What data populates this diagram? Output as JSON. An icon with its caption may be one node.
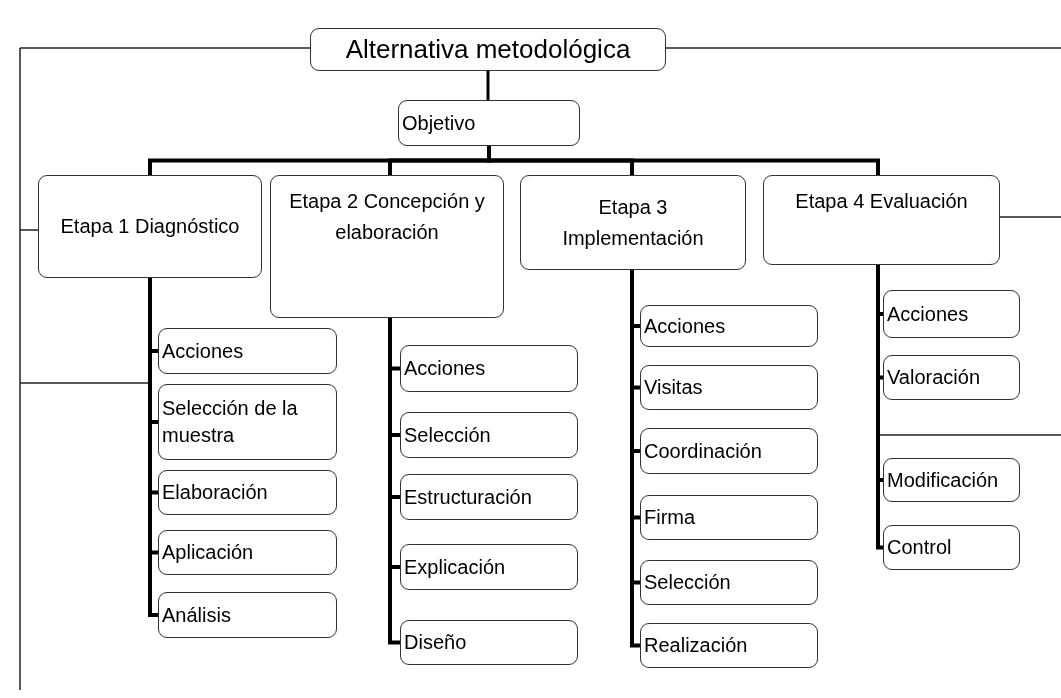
{
  "diagram": {
    "nodes": [
      {
        "text": [
          "Alternativa metodológica"
        ]
      },
      {
        "text": [
          "Objetivo"
        ]
      },
      {
        "text": [
          "Etapa 1 Diagnóstico"
        ]
      },
      {
        "text": [
          "Etapa 2 Concepción y elaboración"
        ]
      },
      {
        "text": [
          "Etapa 3 Implementación"
        ]
      },
      {
        "text": [
          "Etapa 4 Evaluación"
        ]
      },
      {
        "text": [
          "Acciones"
        ]
      },
      {
        "text": [
          "Selección de la muestra"
        ]
      },
      {
        "text": [
          "Elaboración"
        ]
      },
      {
        "text": [
          "Aplicación"
        ]
      },
      {
        "text": [
          "Análisis"
        ]
      },
      {
        "text": [
          "Acciones"
        ]
      },
      {
        "text": [
          "Selección"
        ]
      },
      {
        "text": [
          "Estructuración"
        ]
      },
      {
        "text": [
          "Explicación"
        ]
      },
      {
        "text": [
          "Diseño"
        ]
      },
      {
        "text": [
          "Acciones"
        ]
      },
      {
        "text": [
          "Visitas"
        ]
      },
      {
        "text": [
          "Coordinación"
        ]
      },
      {
        "text": [
          "Firma"
        ]
      },
      {
        "text": [
          "Selección"
        ]
      },
      {
        "text": [
          "Realización"
        ]
      },
      {
        "text": [
          "Acciones"
        ]
      },
      {
        "text": [
          "Valoración"
        ]
      },
      {
        "text": [
          "Modificación"
        ]
      },
      {
        "text": [
          "Control"
        ]
      }
    ],
    "edges": [
      {
        "from": 0,
        "to": 1,
        "arrow": "none"
      },
      {
        "from": 1,
        "to": 2,
        "arrow": "none"
      },
      {
        "from": 1,
        "to": 3,
        "arrow": "none"
      },
      {
        "from": 1,
        "to": 4,
        "arrow": "none"
      },
      {
        "from": 1,
        "to": 5,
        "arrow": "none"
      },
      {
        "from": 2,
        "to": 6,
        "arrow": "none"
      },
      {
        "from": 2,
        "to": 7,
        "arrow": "none"
      },
      {
        "from": 2,
        "to": 8,
        "arrow": "none"
      },
      {
        "from": 2,
        "to": 9,
        "arrow": "none"
      },
      {
        "from": 2,
        "to": 10,
        "arrow": "none"
      },
      {
        "from": 3,
        "to": 11,
        "arrow": "none"
      },
      {
        "from": 3,
        "to": 12,
        "arrow": "none"
      },
      {
        "from": 3,
        "to": 13,
        "arrow": "none"
      },
      {
        "from": 3,
        "to": 14,
        "arrow": "none"
      },
      {
        "from": 3,
        "to": 15,
        "arrow": "none"
      },
      {
        "from": 4,
        "to": 16,
        "arrow": "none"
      },
      {
        "from": 4,
        "to": 17,
        "arrow": "none"
      },
      {
        "from": 4,
        "to": 18,
        "arrow": "none"
      },
      {
        "from": 4,
        "to": 19,
        "arrow": "none"
      },
      {
        "from": 4,
        "to": 20,
        "arrow": "none"
      },
      {
        "from": 4,
        "to": 21,
        "arrow": "none"
      },
      {
        "from": 5,
        "to": 22,
        "arrow": "none"
      },
      {
        "from": 5,
        "to": 23,
        "arrow": "none"
      },
      {
        "from": 5,
        "to": 24,
        "arrow": "none"
      },
      {
        "from": 5,
        "to": 25,
        "arrow": "none"
      }
    ]
  }
}
